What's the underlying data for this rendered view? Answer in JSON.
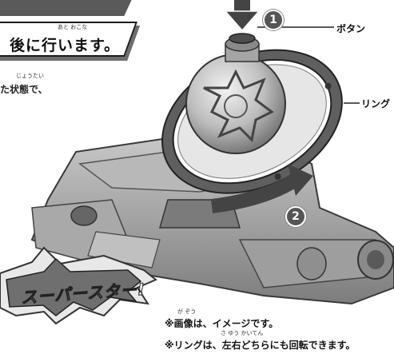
{
  "banner": {
    "ruby": "あと おこな",
    "text": "後に行います。"
  },
  "state": {
    "ruby": "じょうたい",
    "text": "た状態で、"
  },
  "labels": {
    "button": "ボタン",
    "ring": "リング"
  },
  "steps": {
    "one": "1",
    "two": "2"
  },
  "burst": {
    "text": "スーパースター!"
  },
  "notes": {
    "line1_ruby": "が ぞう",
    "line1": "※画像は、イメージです。",
    "line2_ruby": "さ ゆう かいてん",
    "line2": "※リングは、左右どちらにも回転できます。"
  },
  "colors": {
    "device_body": "#9a9a9a",
    "ring": "#6b6b6b",
    "arrow": "#444444",
    "banner_border": "#1a1a1a"
  }
}
